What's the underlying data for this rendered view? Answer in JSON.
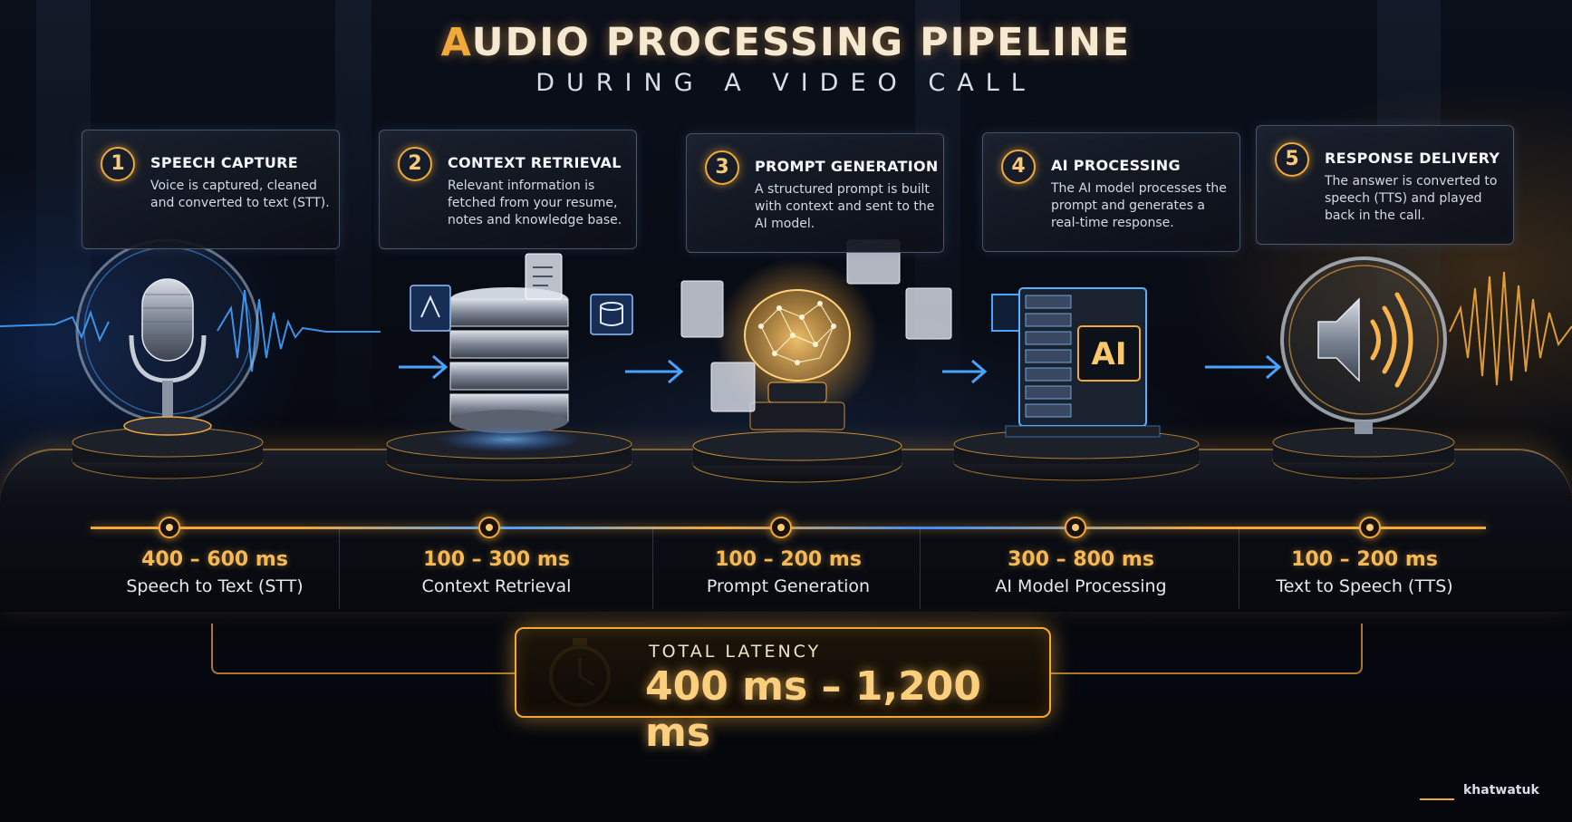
{
  "header": {
    "title_first": "A",
    "title_rest": "UDIO PROCESSING PIPELINE",
    "subtitle": "DURING A VIDEO CALL"
  },
  "steps": [
    {
      "number": "1",
      "title": "SPEECH CAPTURE",
      "description": "Voice is captured, cleaned and converted to text (STT).",
      "latency": "400 – 600 ms",
      "stage": "Speech to Text (STT)",
      "icon": "microphone-icon"
    },
    {
      "number": "2",
      "title": "CONTEXT RETRIEVAL",
      "description": "Relevant information is fetched from your resume, notes and knowledge base.",
      "latency": "100 – 300 ms",
      "stage": "Context Retrieval",
      "icon": "database-icon"
    },
    {
      "number": "3",
      "title": "PROMPT GENERATION",
      "description": "A structured prompt is built with context and sent to the AI model.",
      "latency": "100 – 200 ms",
      "stage": "Prompt Generation",
      "icon": "brain-icon"
    },
    {
      "number": "4",
      "title": "AI PROCESSING",
      "description": "The AI model processes the prompt and generates a real-time response.",
      "latency": "300 – 800 ms",
      "stage": "AI Model Processing",
      "icon": "server-icon"
    },
    {
      "number": "5",
      "title": "RESPONSE DELIVERY",
      "description": "The answer is converted to speech (TTS) and played back in the call.",
      "latency": "100 – 200 ms",
      "stage": "Text to Speech (TTS)",
      "icon": "speaker-icon"
    }
  ],
  "server_label": "AI",
  "total": {
    "label": "TOTAL LATENCY",
    "value": "400 ms – 1,200 ms",
    "icon": "stopwatch-icon"
  },
  "brand": "khatwatuk",
  "colors": {
    "accent_gold": "#f2a93b",
    "accent_blue": "#4aa3ff",
    "background": "#05070d"
  }
}
